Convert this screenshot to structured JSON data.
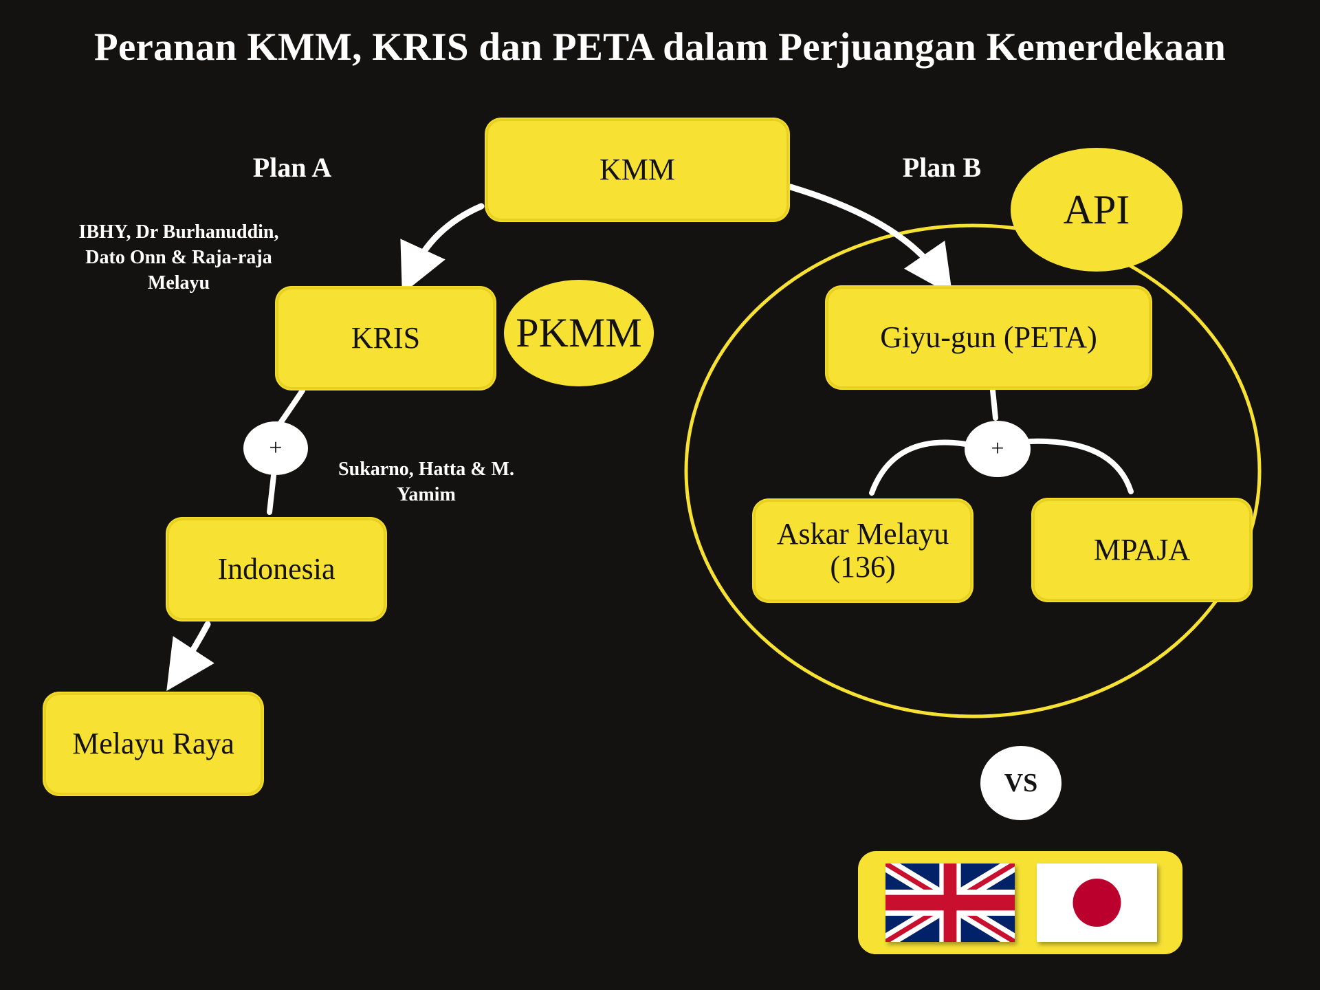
{
  "title": "Peranan KMM, KRIS dan PETA dalam Perjuangan Kemerdekaan",
  "plan_a": "Plan A",
  "plan_b": "Plan B",
  "note_kris": "IBHY, Dr Burhanuddin, Dato Onn & Raja-raja Melayu",
  "note_indonesia": "Sukarno, Hatta & M. Yamim",
  "nodes": {
    "kmm": "KMM",
    "kris": "KRIS",
    "pkmm": "PKMM",
    "api": "API",
    "peta": "Giyu-gun (PETA)",
    "indonesia": "Indonesia",
    "melayu_raya": "Melayu Raya",
    "askar_melayu": "Askar Melayu (136)",
    "mpaja": "MPAJA"
  },
  "plus_left": "+",
  "plus_right": "+",
  "vs": "VS",
  "flags": [
    "uk-flag",
    "japan-flag"
  ],
  "colors": {
    "background": "#141211",
    "accent": "#f7e234",
    "text_light": "#ffffff",
    "text_dark": "#141211"
  }
}
